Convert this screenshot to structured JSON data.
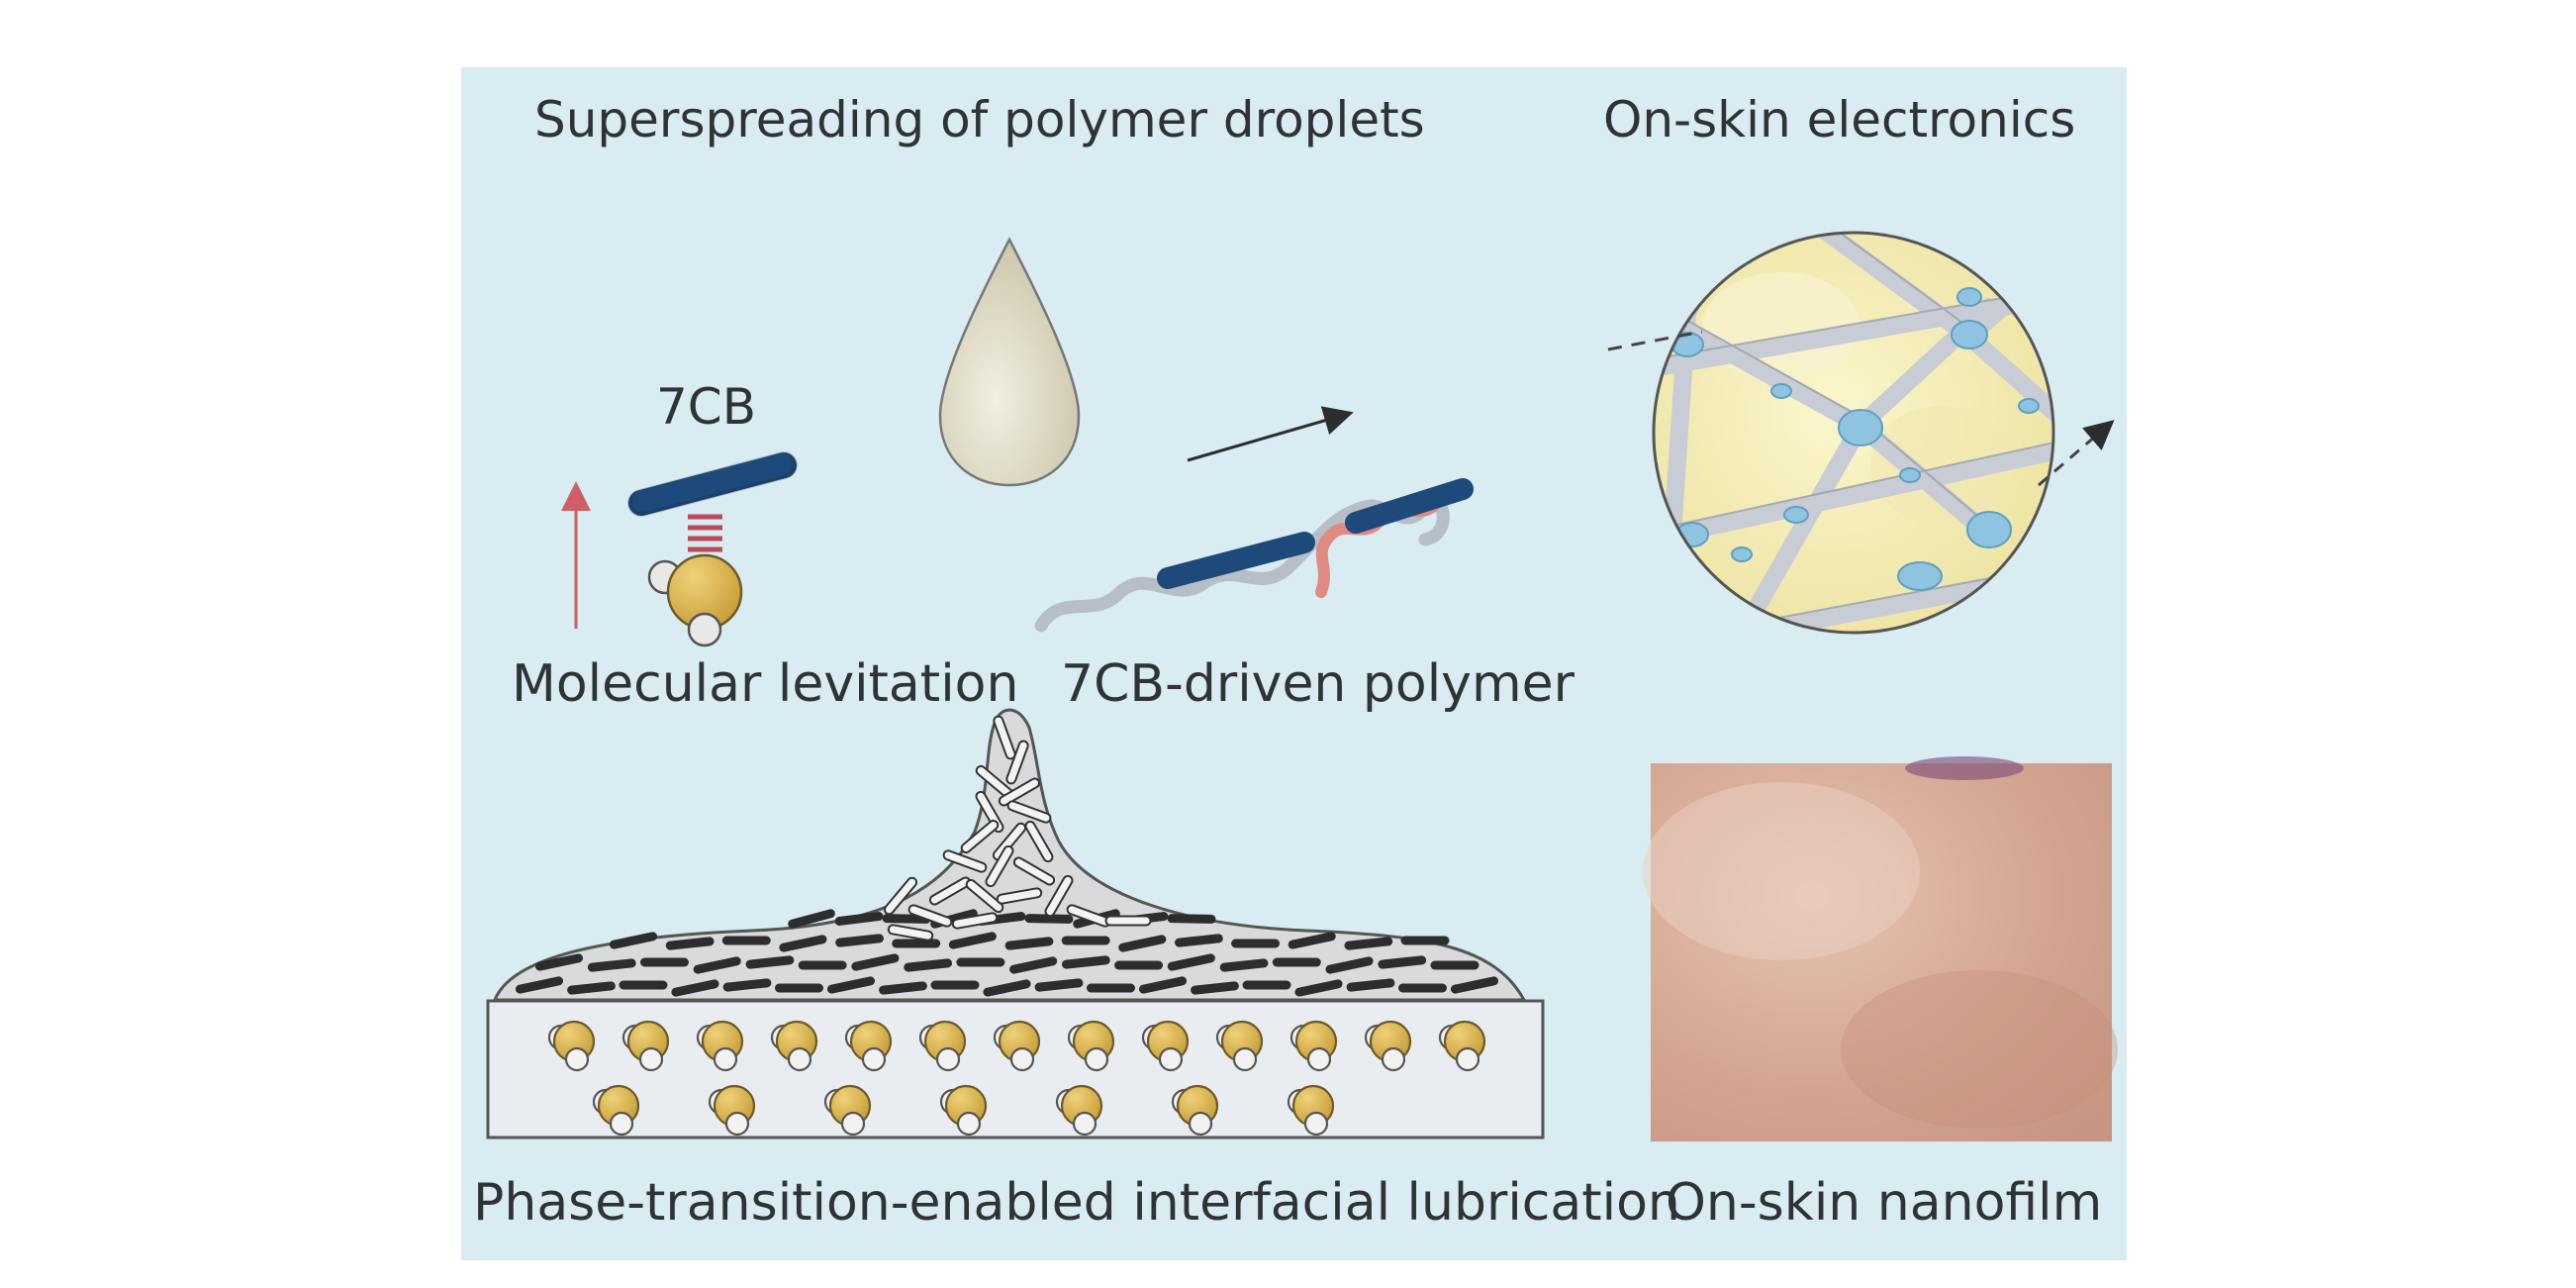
{
  "labels": {
    "title_left": "Superspreading of polymer droplets",
    "title_right": "On-skin electronics",
    "molecule_label": "7CB",
    "levitation_label": "Molecular levitation",
    "polymer_label": "7CB-driven polymer",
    "bottom_left": "Phase-transition-enabled interfacial lubrication",
    "bottom_right": "On-skin nanofilm"
  },
  "colors": {
    "panel_background": "#d8ecf2",
    "rod_blue": "#1d4a7a",
    "rod_dark": "#2b2d2f",
    "bond_red": "#b84a5a",
    "arrow_red": "#d06068",
    "water_yellow": "#d9b24a",
    "droplet": "#e6e1cc",
    "circle_fill": "#f5efb8",
    "fiber": "#c8ccd4",
    "node_blue": "#8fc4e0",
    "skin": "#d7aa95",
    "polymer_gray": "#b8bec6",
    "polymer_pink": "#e08a84"
  },
  "icons": {
    "droplet": "droplet-icon",
    "molecule": "water-molecule-icon",
    "network": "fiber-network-icon",
    "skin_photo": "skin-photo"
  }
}
